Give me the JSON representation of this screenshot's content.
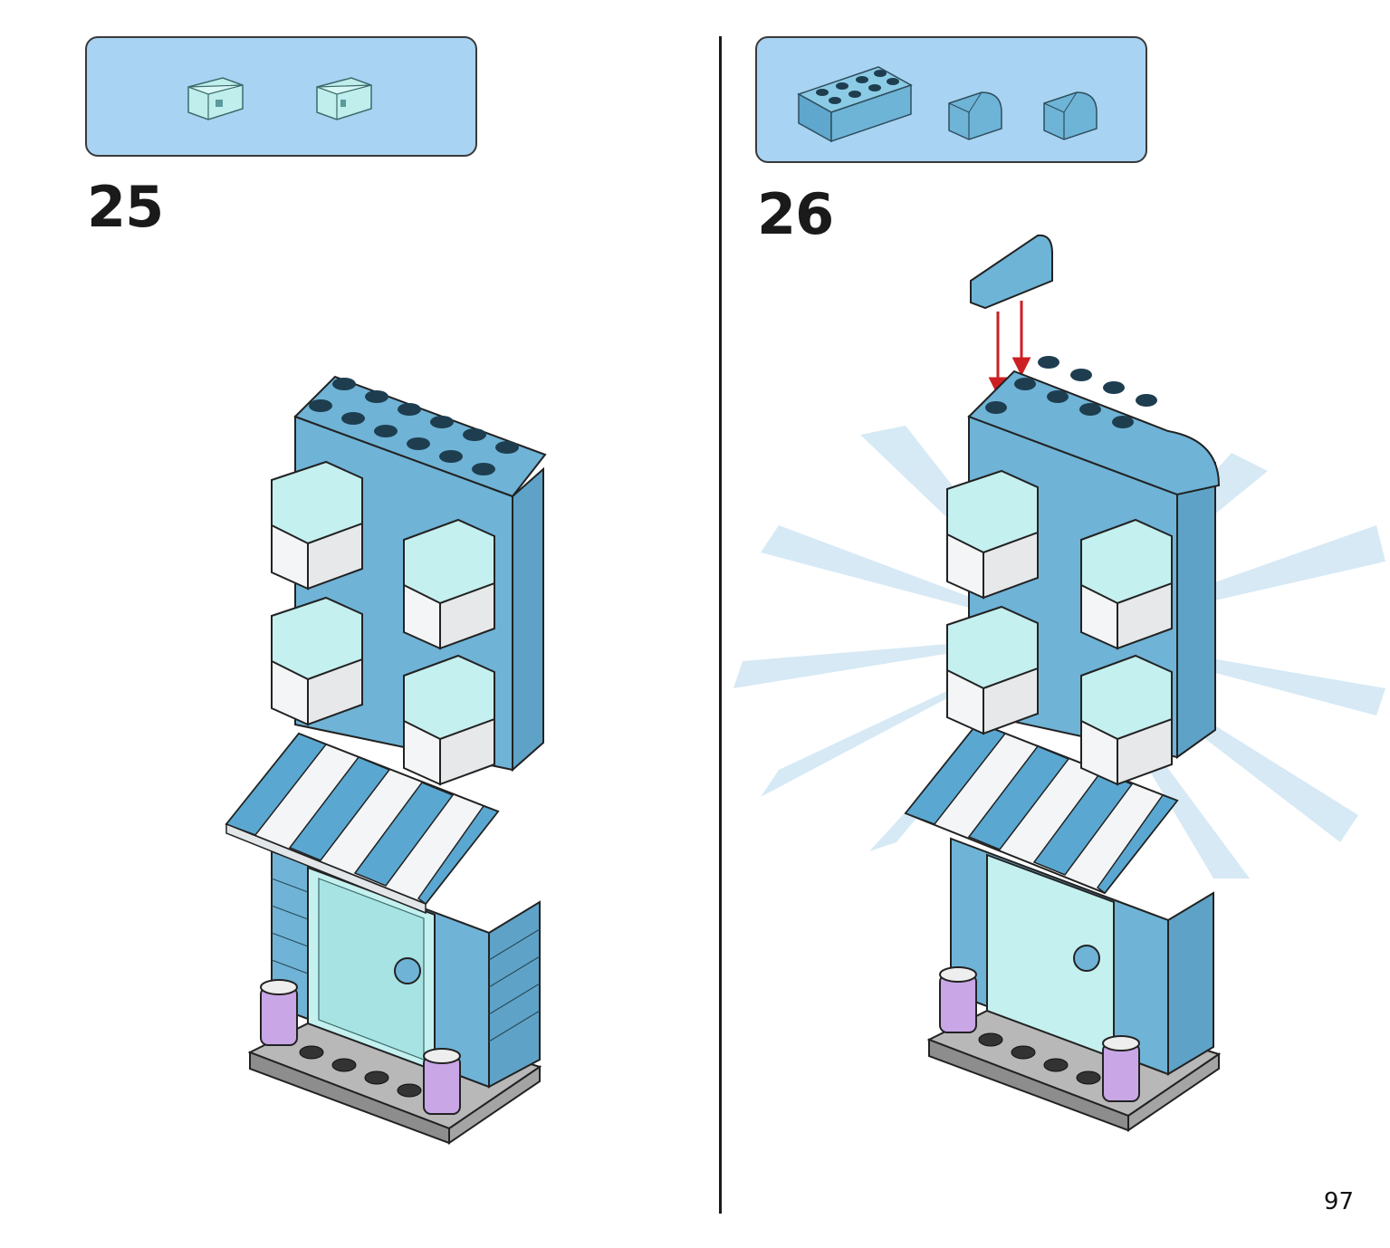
{
  "steps": [
    {
      "number": "25",
      "parts": [
        "trans-light-blue-window",
        "trans-light-blue-window"
      ]
    },
    {
      "number": "26",
      "parts": [
        "medium-azure-brick-2x4",
        "medium-azure-curved-slope",
        "medium-azure-curved-slope"
      ]
    }
  ],
  "page": {
    "number": "97"
  },
  "colors": {
    "parts_box": "#a9d3f2",
    "brick_blue": "#6fb3d6",
    "trans_window": "#b7ecee",
    "white": "#f4f5f6",
    "awning_blue": "#5aa8d1",
    "planter_purple": "#c9a6e6",
    "base_gray": "#9a9a9a",
    "arrow_red": "#cc1f24"
  }
}
